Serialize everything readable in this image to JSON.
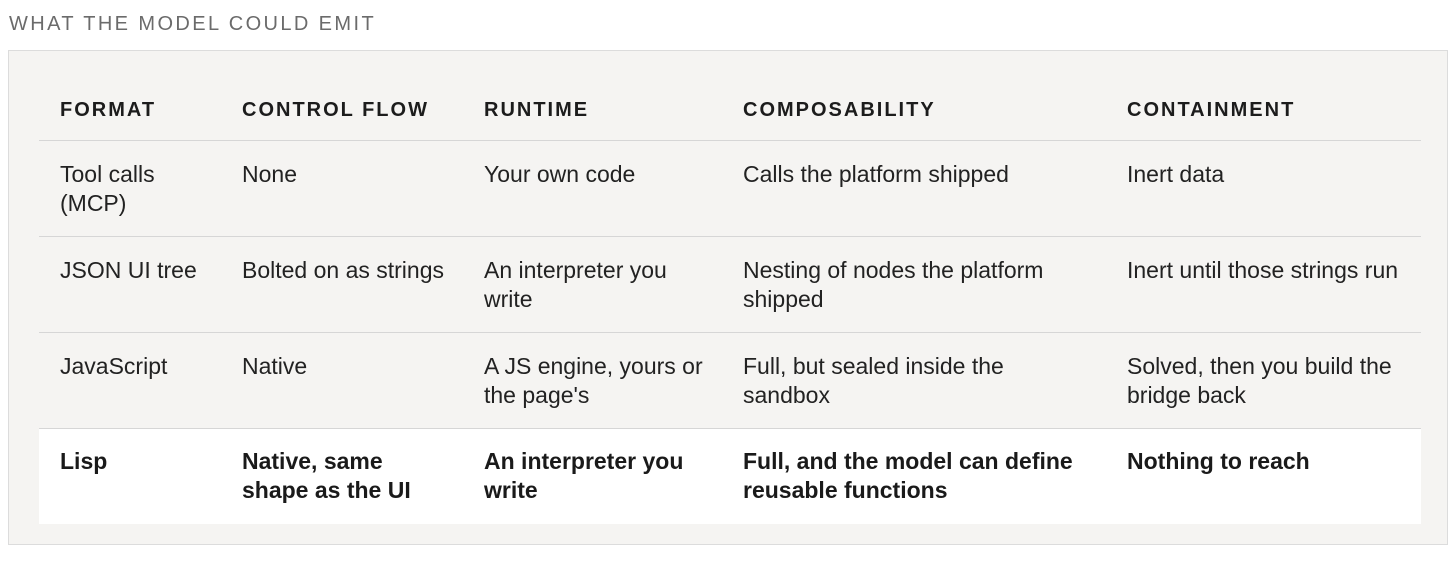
{
  "caption": "WHAT THE MODEL COULD EMIT",
  "table": {
    "headers": [
      "FORMAT",
      "CONTROL FLOW",
      "RUNTIME",
      "COMPOSABILITY",
      "CONTAINMENT"
    ],
    "rows": [
      [
        "Tool calls (MCP)",
        "None",
        "Your own code",
        "Calls the platform shipped",
        "Inert data"
      ],
      [
        "JSON UI tree",
        "Bolted on as strings",
        "An interpreter you write",
        "Nesting of nodes the platform shipped",
        "Inert until those strings run"
      ],
      [
        "JavaScript",
        "Native",
        "A JS engine, yours or the page's",
        "Full, but sealed inside the sandbox",
        "Solved, then you build the bridge back"
      ],
      [
        "Lisp",
        "Native, same shape as the UI",
        "An interpreter you write",
        "Full, and the model can define reusable functions",
        "Nothing to reach"
      ]
    ],
    "highlighted_row": 3
  }
}
